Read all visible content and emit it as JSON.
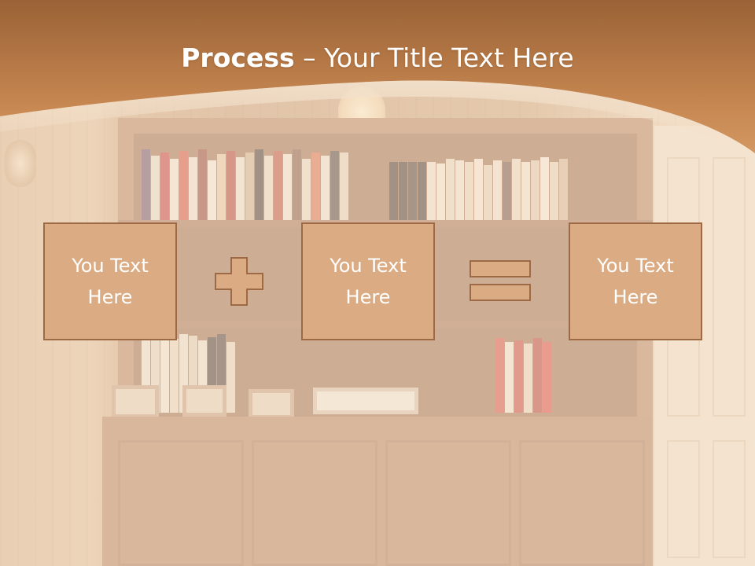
{
  "slide": {
    "title_bold": "Process",
    "title_rest": " – Your Title Text Here",
    "accent_color": "#c88852",
    "box_fill": "#dbac83",
    "box_border": "#9e6a46"
  },
  "process": {
    "steps": [
      {
        "text": "You Text\nHere"
      },
      {
        "text": "You Text\nHere"
      },
      {
        "text": "You Text\nHere"
      }
    ],
    "operators": [
      "plus-icon",
      "equals-icon"
    ]
  }
}
